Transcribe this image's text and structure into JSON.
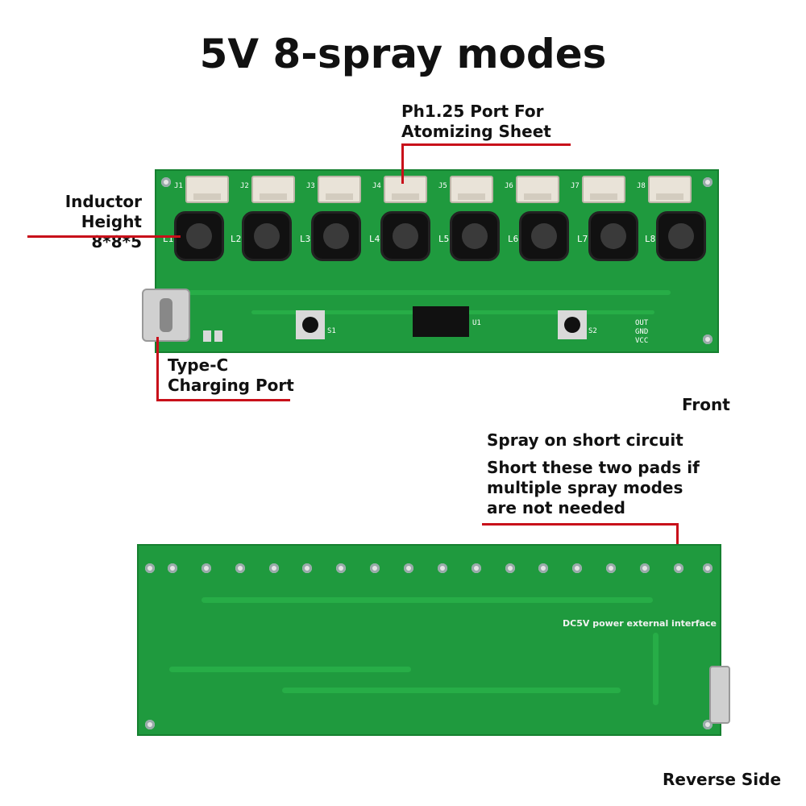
{
  "title": "5V 8-spray modes",
  "labels": {
    "port": "Ph1.25 Port For\nAtomizing Sheet",
    "inductor": "Inductor\nHeight 8*8*5",
    "typec": "Type-C\nCharging Port",
    "front": "Front",
    "spray_short": "Spray on short circuit",
    "short_pads": "Short these two pads if\nmultiple spray modes\nare not needed",
    "reverse": "Reverse Side",
    "dc5v": "DC5V power external interface"
  },
  "silkscreen": {
    "connectors": [
      "J1",
      "J2",
      "J3",
      "J4",
      "J5",
      "J6",
      "J7",
      "J8"
    ],
    "inductors": [
      "L1",
      "L2",
      "L3",
      "L4",
      "L5",
      "L6",
      "L7",
      "L8"
    ],
    "switches": [
      "S1",
      "S2"
    ],
    "chip": "U1",
    "power_pins": [
      "OUT",
      "GND",
      "VCC"
    ]
  },
  "colors": {
    "pcb": "#1f9a3e",
    "callout": "#c8101a"
  }
}
